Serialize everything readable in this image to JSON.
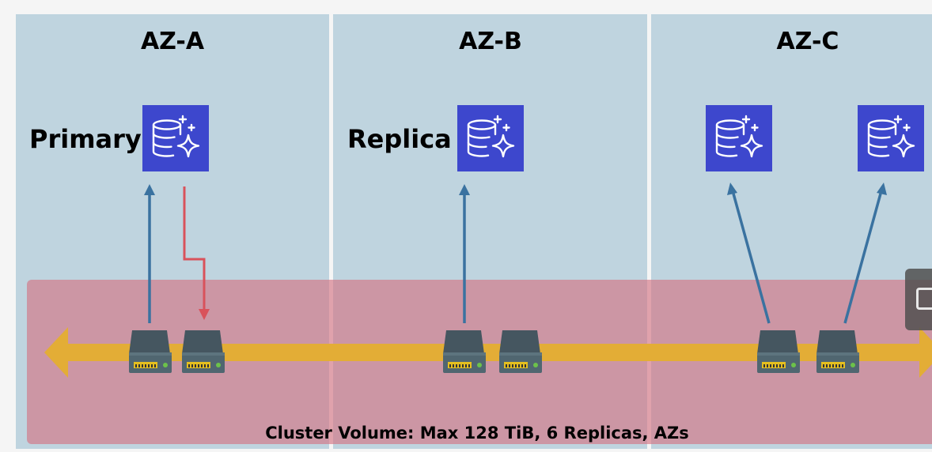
{
  "zones": [
    {
      "title": "AZ-A",
      "instance_roles": [
        "Primary"
      ]
    },
    {
      "title": "AZ-B",
      "instance_roles": [
        "Replica"
      ]
    },
    {
      "title": "AZ-C",
      "instance_roles": [
        "",
        ""
      ]
    }
  ],
  "cluster_volume": {
    "label": "Cluster Volume: Max 128 TiB, 6 Replicas, AZs",
    "storage_nodes_count": 6
  },
  "icons": {
    "database_instance": "database-sparkle-icon",
    "storage_node": "storage-drive-icon",
    "expand": "expand-icon"
  },
  "colors": {
    "zone_background": "#bfd4df",
    "cluster_volume": "#c98f9f",
    "volume_arrow": "#e3ad36",
    "database_icon_bg": "#3d47cd",
    "read_arrow": "#3a72a0",
    "write_arrow": "#d9525b",
    "drive_body": "#455660"
  }
}
